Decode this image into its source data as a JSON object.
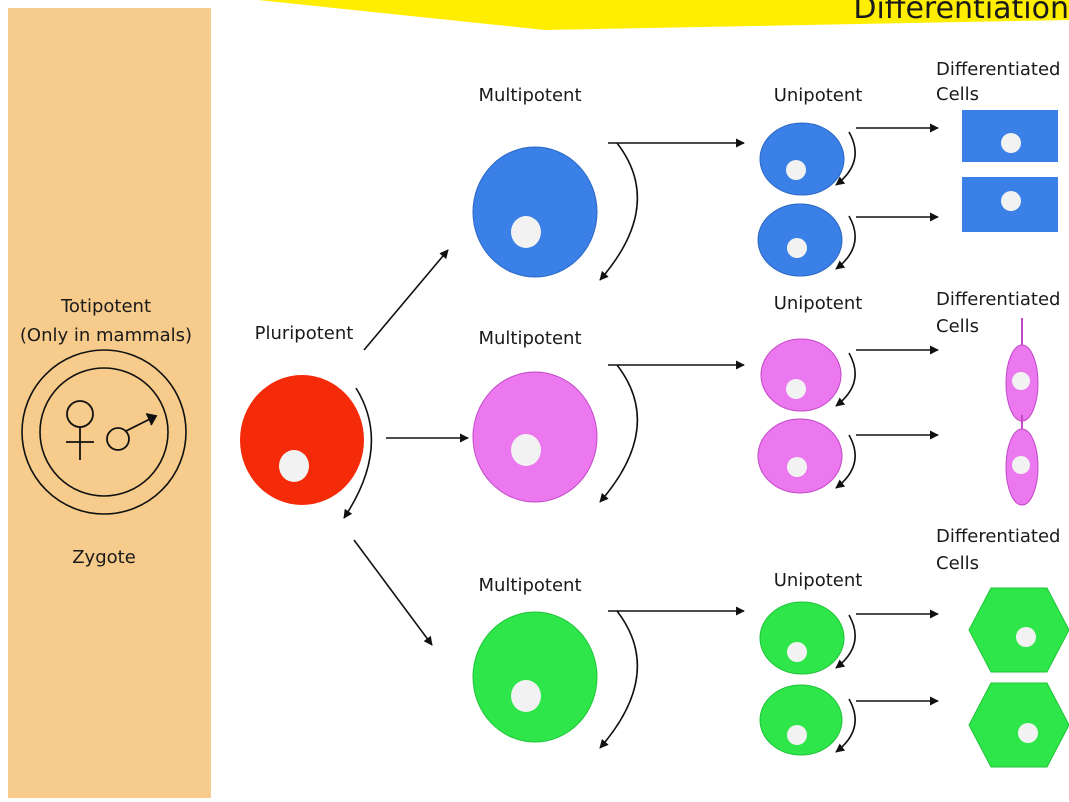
{
  "banner": {
    "title": "Differentiation",
    "color": "#ffee00"
  },
  "totipotent": {
    "label": "Totipotent",
    "note": "(Only in mammals)",
    "zygote_label": "Zygote",
    "female_symbol": "♀",
    "panel_color": "#f6cb8b"
  },
  "pluripotent": {
    "label": "Pluripotent",
    "color": "#f52a08"
  },
  "lineages": [
    {
      "multipotent_label": "Multipotent",
      "unipotent_label": "Unipotent",
      "differentiated_label_line1": "Differentiated",
      "differentiated_label_line2": "Cells",
      "color": "#3a80e6",
      "stroke": "#2a66c4",
      "differentiated_shape": "rectangle"
    },
    {
      "multipotent_label": "Multipotent",
      "unipotent_label": "Unipotent",
      "differentiated_label_line1": "Differentiated",
      "differentiated_label_line2": "Cells",
      "color": "#eb78ef",
      "stroke": "#c348c8",
      "differentiated_shape": "spindle"
    },
    {
      "multipotent_label": "Multipotent",
      "unipotent_label": "Unipotent",
      "differentiated_label_line1": "Differentiated",
      "differentiated_label_line2": "Cells",
      "color": "#2fe64a",
      "stroke": "#1fc438",
      "differentiated_shape": "hexagon"
    }
  ],
  "nucleus_color": "#f2f2f2"
}
